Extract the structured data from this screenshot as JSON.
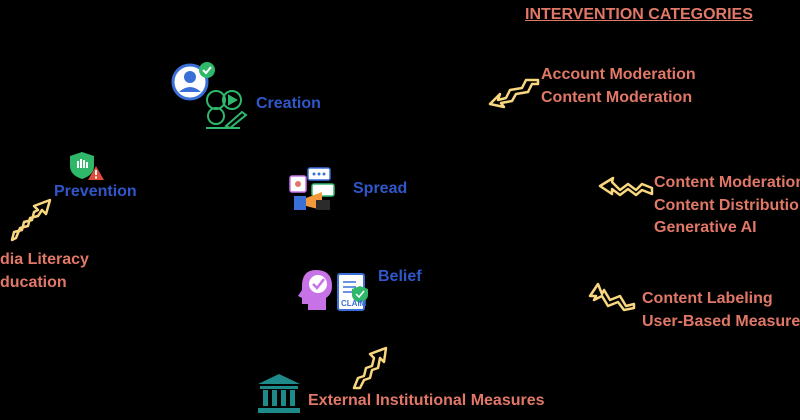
{
  "title": "INTERVENTION CATEGORIES",
  "stages": {
    "creation": "Creation",
    "prevention": "Prevention",
    "spread": "Spread",
    "belief": "Belief"
  },
  "claim_label": "CLAIM",
  "categories": {
    "group1": [
      "Account Moderation",
      "Content Moderation"
    ],
    "group2": [
      "Content Moderation",
      "Content Distribution",
      "Generative AI"
    ],
    "group3": [
      "Content Labeling",
      "User-Based Measures"
    ],
    "group4": [
      "dia Literacy",
      "ducation"
    ],
    "group5": [
      "External Institutional Measures"
    ]
  },
  "colors": {
    "background": "#000000",
    "stage_text": "#2f57c9",
    "category_text": "#e17867",
    "arrow_fill": "#f9d77e",
    "icon_blue": "#3b6fd8",
    "icon_green": "#2fb86a",
    "icon_purple": "#c872e8",
    "icon_teal": "#1f8a8a"
  },
  "icons": [
    "user-check-icon",
    "content-creation-icon",
    "shield-warning-icon",
    "spread-chat-icon",
    "belief-head-icon",
    "claim-document-icon",
    "institution-building-icon",
    "zigzag-arrow-icon"
  ]
}
